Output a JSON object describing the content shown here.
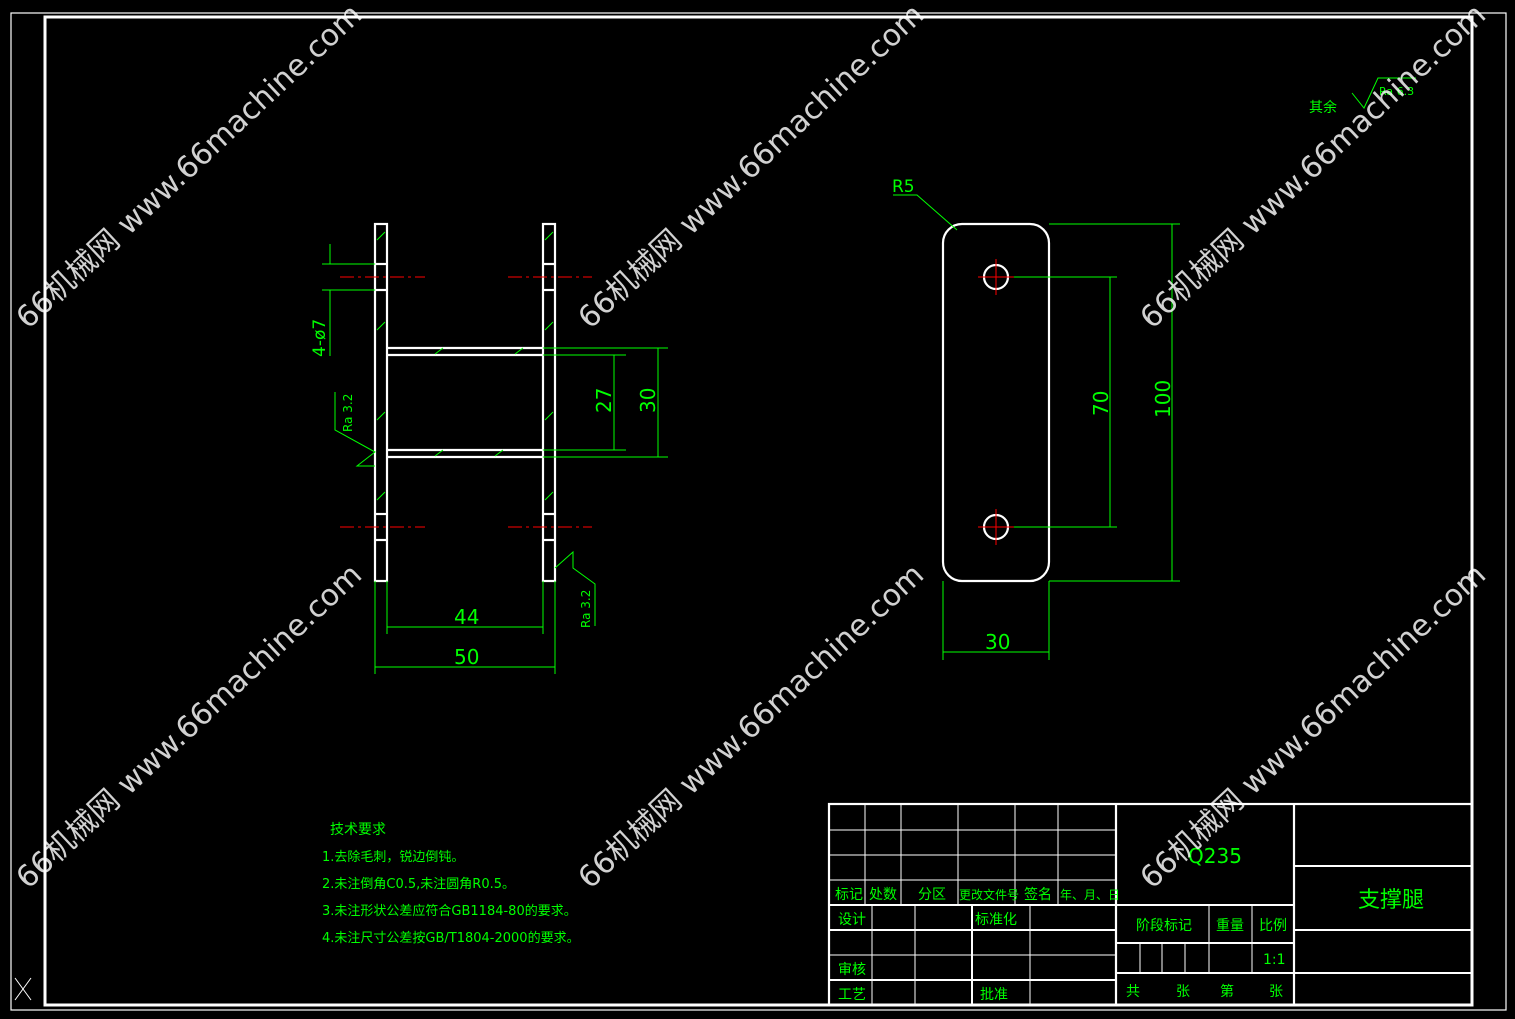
{
  "watermark": "66机械网 www.66machine.com",
  "colors": {
    "background": "#000000",
    "outline": "#ffffff",
    "dimension": "#00ff00",
    "centerline": "#ff0000",
    "text": "#00ff00",
    "watermark": "#ffffff"
  },
  "drawing": {
    "roughness_other": {
      "label": "其余",
      "value": "Ra 6.3"
    },
    "side_view": {
      "holes_label": "4-ø7",
      "roughness_left": "Ra 3.2",
      "roughness_right": "Ra 3.2",
      "dim_inner_height": "27",
      "dim_outer_height": "30",
      "dim_inner_width": "44",
      "dim_outer_width": "50"
    },
    "top_view": {
      "corner_radius": "R5",
      "dim_hole_spacing": "70",
      "dim_length": "100",
      "dim_width": "30"
    },
    "tech_requirements": {
      "title": "技术要求",
      "items": [
        "1.去除毛刺，锐边倒钝。",
        "2.未注倒角C0.5,未注圆角R0.5。",
        "3.未注形状公差应符合GB1184-80的要求。",
        "4.未注尺寸公差按GB/T1804-2000的要求。"
      ]
    }
  },
  "title_block": {
    "headers": [
      "标记",
      "处数",
      "分区",
      "更改文件号",
      "签名",
      "年、月、日"
    ],
    "design": "设计",
    "standardization": "标准化",
    "check": "审核",
    "process": "工艺",
    "approve": "批准",
    "material": "Q235",
    "part_name": "支撑腿",
    "stage_mark": "阶段标记",
    "weight": "重量",
    "scale_label": "比例",
    "scale_value": "1:1",
    "total": "共",
    "sheets": "张",
    "sheet_no": "第",
    "sheet": "张"
  }
}
